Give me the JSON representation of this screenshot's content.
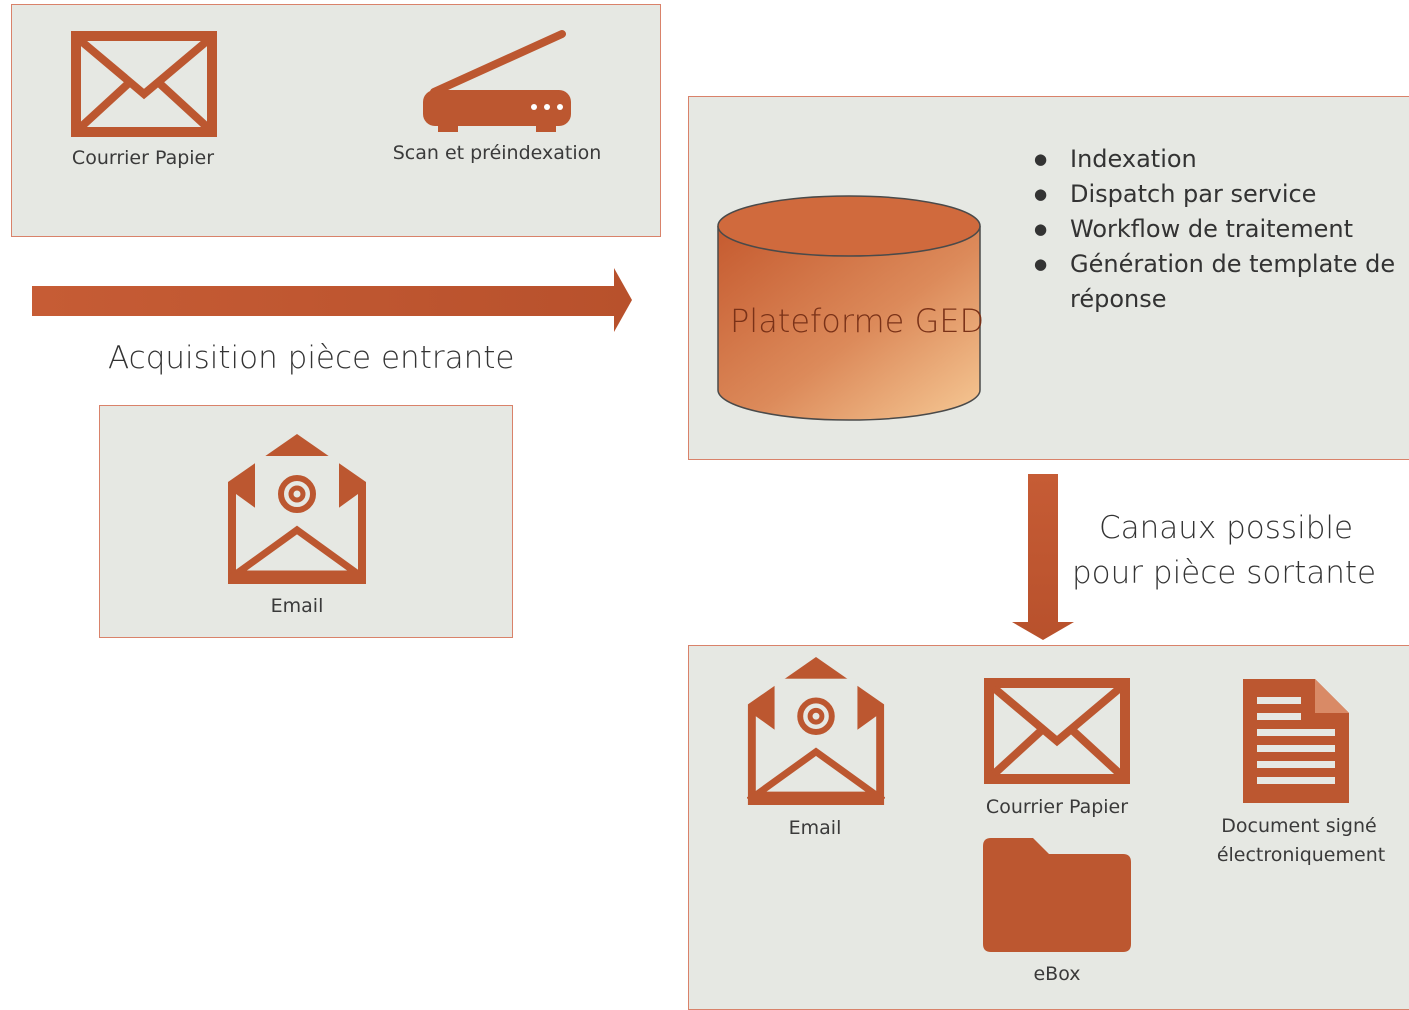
{
  "acquisition": {
    "paper_label": "Courrier Papier",
    "scan_label": "Scan et préindexation",
    "email_label": "Email",
    "arrow_label": "Acquisition pièce entrante"
  },
  "platform": {
    "title": "Plateforme GED",
    "features": [
      "Indexation",
      "Dispatch par service",
      "Workflow de traitement",
      "Génération de template de réponse"
    ]
  },
  "outgoing": {
    "arrow_label_line1": "Canaux possible",
    "arrow_label_line2": "pour pièce sortante",
    "email_label": "Email",
    "paper_label": "Courrier Papier",
    "signed_label_line1": "Document signé",
    "signed_label_line2": "électroniquement",
    "ebox_label": "eBox"
  },
  "colors": {
    "accent": "#bc5730",
    "panel_bg": "#e6e8e3",
    "panel_border": "#d9826a"
  }
}
